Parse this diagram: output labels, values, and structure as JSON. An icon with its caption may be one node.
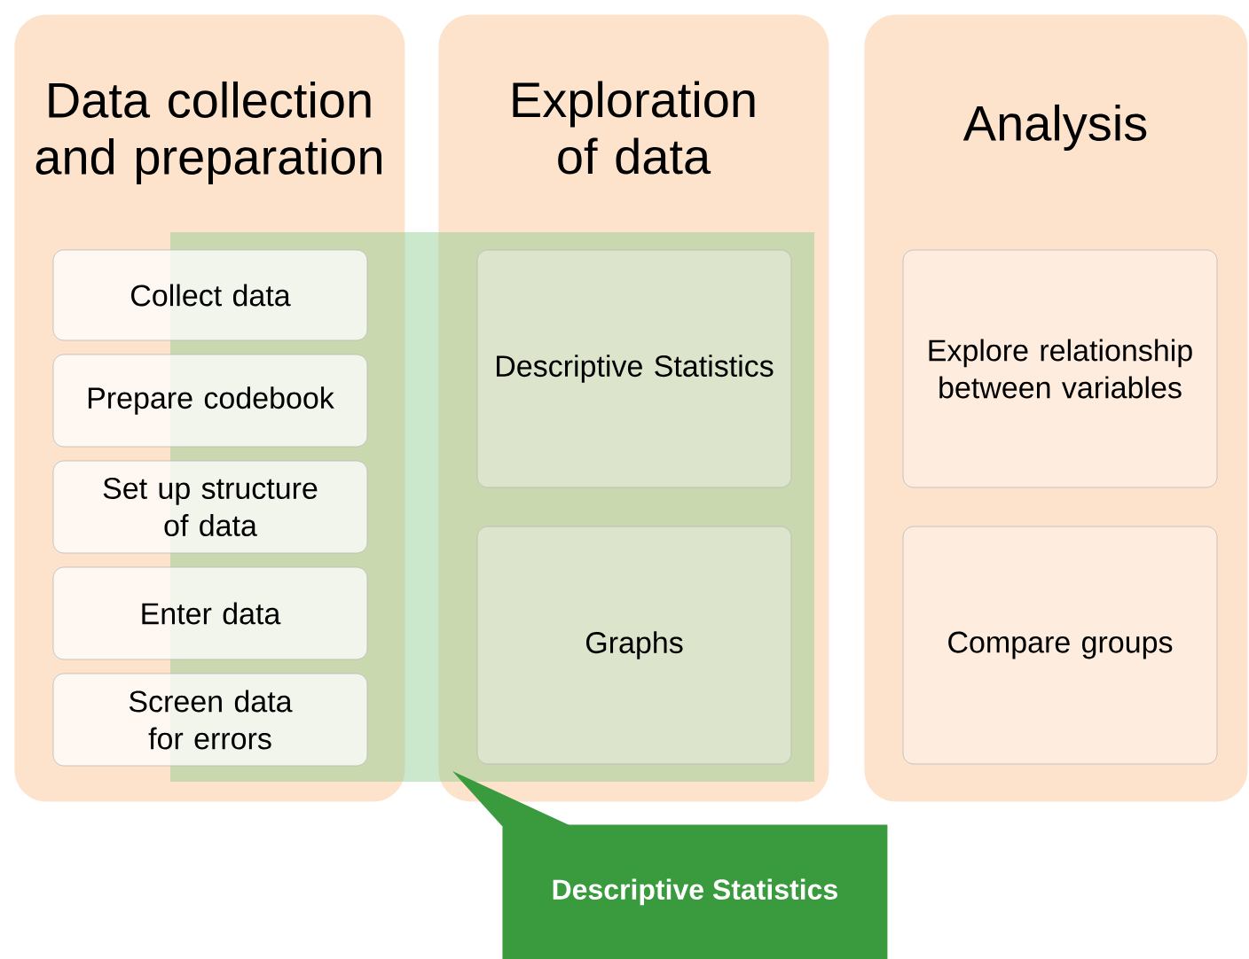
{
  "diagram": {
    "nodes": [
      {
        "text": [
          "Data collection and preparation"
        ]
      },
      {
        "text": [
          "Collect data"
        ],
        "in": 0
      },
      {
        "text": [
          "Prepare codebook"
        ],
        "in": 0
      },
      {
        "text": [
          "Set up structure of data"
        ],
        "in": 0
      },
      {
        "text": [
          "Enter data"
        ],
        "in": 0
      },
      {
        "text": [
          "Screen data for errors"
        ],
        "in": 0
      },
      {
        "text": [
          "Exploration of data"
        ]
      },
      {
        "text": [
          "Descriptive Statistics"
        ],
        "in": 6
      },
      {
        "text": [
          "Graphs"
        ],
        "in": 6
      },
      {
        "text": [
          "Analysis"
        ]
      },
      {
        "text": [
          "Explore relationship between variables"
        ],
        "in": 9
      },
      {
        "text": [
          "Compare groups"
        ],
        "in": 9
      },
      {
        "text": [
          "Descriptive Statistics"
        ]
      }
    ]
  }
}
